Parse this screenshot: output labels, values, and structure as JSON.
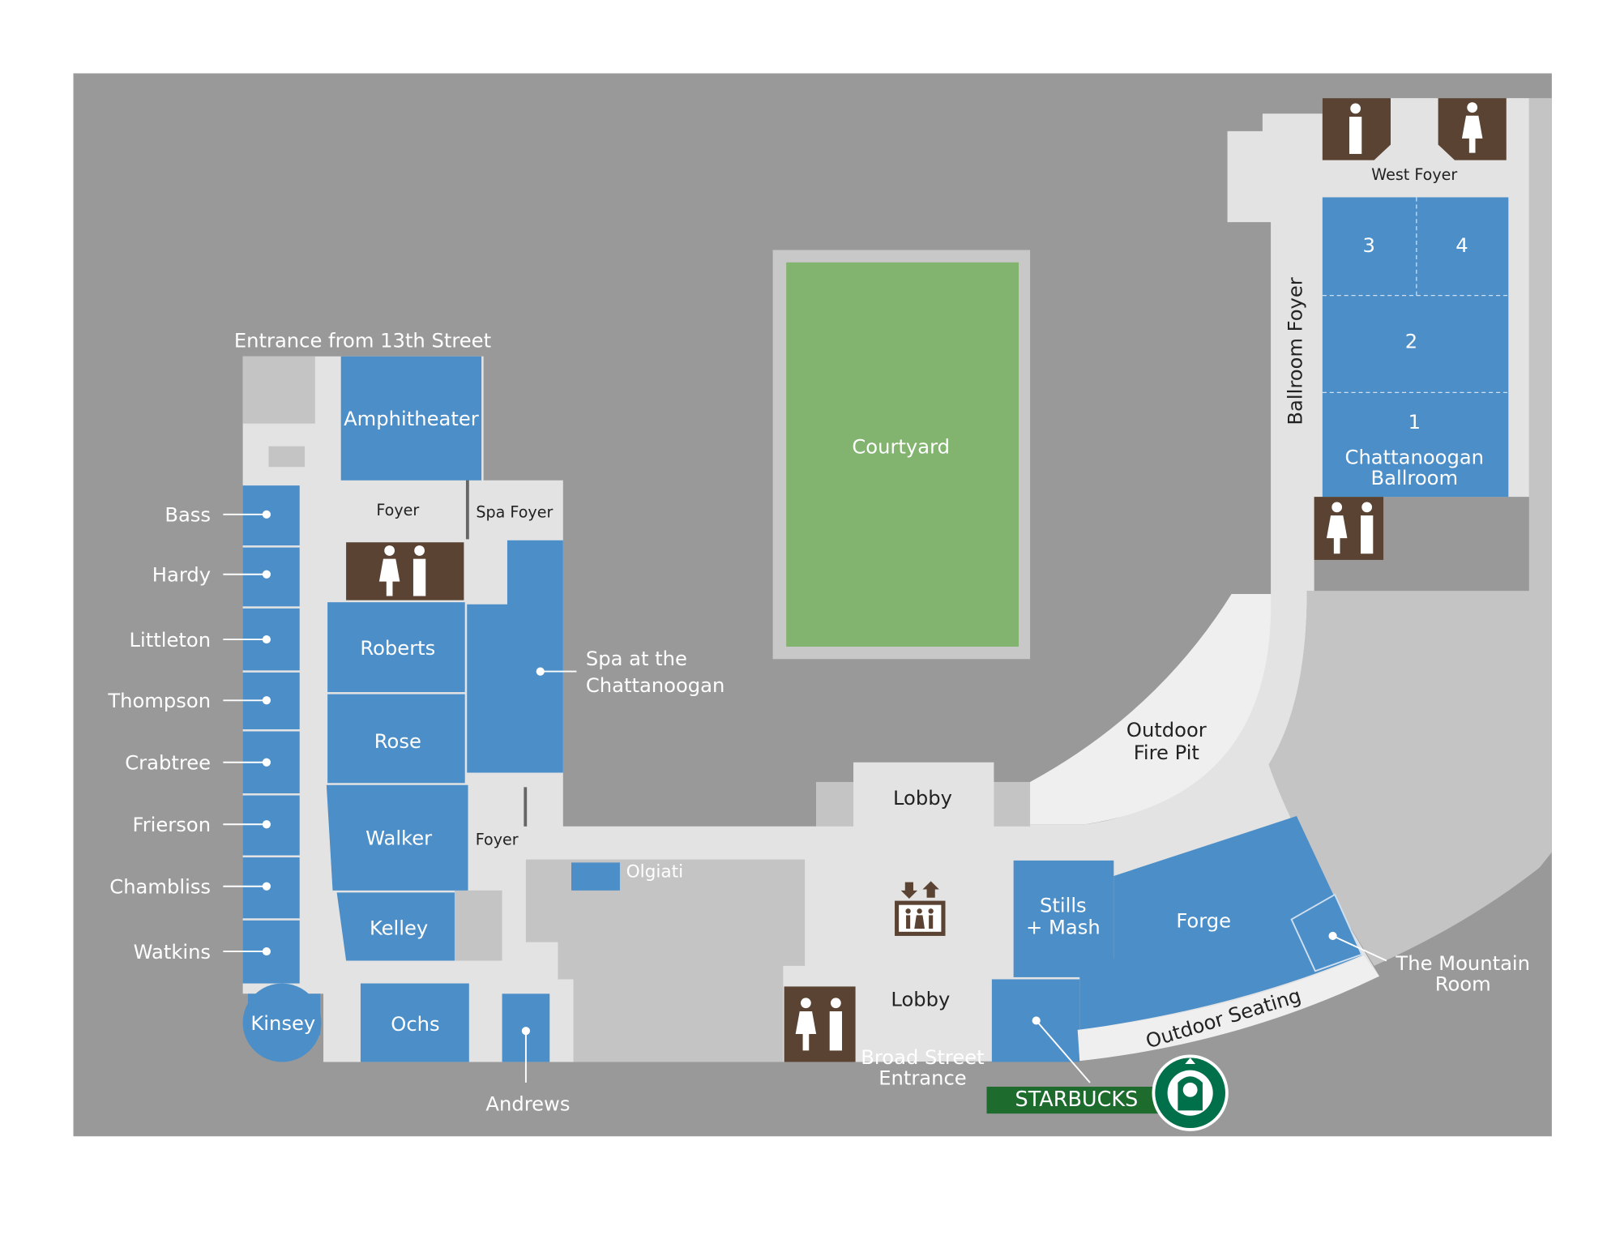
{
  "labels": {
    "entrance_13th": "Entrance from 13th Street",
    "amphitheater": "Amphitheater",
    "foyer_top": "Foyer",
    "spa_foyer": "Spa Foyer",
    "roberts": "Roberts",
    "rose": "Rose",
    "walker": "Walker",
    "kelley": "Kelley",
    "foyer_mid": "Foyer",
    "spa_line1": "Spa at the",
    "spa_line2": "Chattanoogan",
    "olgiati": "Olgiati",
    "kinsey": "Kinsey",
    "ochs": "Ochs",
    "andrews": "Andrews",
    "courtyard": "Courtyard",
    "lobby_upper": "Lobby",
    "lobby_lower": "Lobby",
    "broad_line1": "Broad Street",
    "broad_line2": "Entrance",
    "stills_line1": "Stills",
    "stills_line2": "+ Mash",
    "forge": "Forge",
    "outdoor_seating": "Outdoor Seating",
    "mountain_line1": "The Mountain",
    "mountain_line2": "Room",
    "firepit_line1": "Outdoor",
    "firepit_line2": "Fire Pit",
    "ballroom_foyer": "Ballroom Foyer",
    "west_foyer": "West Foyer",
    "ballroom_3": "3",
    "ballroom_4": "4",
    "ballroom_2": "2",
    "ballroom_1": "1",
    "ballroom_line1": "Chattanoogan",
    "ballroom_line2": "Ballroom",
    "starbucks": "STARBUCKS"
  },
  "meeting_rooms": [
    "Bass",
    "Hardy",
    "Littleton",
    "Thompson",
    "Crabtree",
    "Frierson",
    "Chambliss",
    "Watkins"
  ],
  "colors": {
    "room": "#4b8ec8",
    "floor": "#e3e3e3",
    "background": "#999999",
    "courtyard": "#82b36f",
    "restroom": "#5a4332",
    "starbucks": "#1e6b2e"
  },
  "icons": [
    "restroom-icon",
    "elevator-icon",
    "starbucks-logo"
  ]
}
